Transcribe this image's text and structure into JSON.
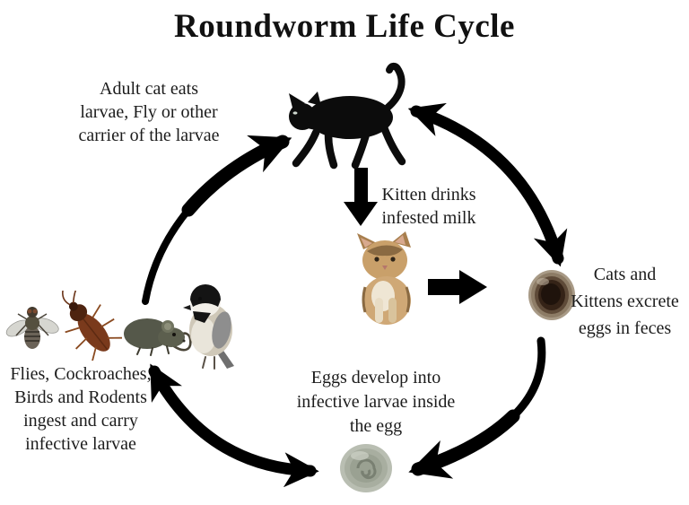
{
  "title": "Roundworm Life Cycle",
  "labels": {
    "adult_cat": {
      "lines": [
        "Adult cat eats",
        "larvae, Fly or other",
        "carrier of the larvae"
      ]
    },
    "kitten_milk": {
      "lines": [
        "Kitten drinks",
        "infested milk"
      ]
    },
    "excrete": {
      "lines": [
        "Cats and",
        "Kittens excrete",
        "eggs in feces"
      ]
    },
    "egg_develop": {
      "lines": [
        "Eggs develop into",
        "infective larvae inside",
        "the egg"
      ]
    },
    "carriers": {
      "lines": [
        "Flies, Cockroaches,",
        "Birds and Rodents",
        "ingest and carry",
        "infective larvae"
      ]
    }
  },
  "images": {
    "adult_cat": "black-adult-cat-walking",
    "kitten": "tan-sitting-kitten",
    "egg_in_feces": "roundworm-egg-micrograph",
    "larvated_egg": "larvated-roundworm-egg-micrograph",
    "fly": "fly",
    "cockroach": "cockroach",
    "rodent": "mouse-rodent",
    "bird": "chickadee-bird"
  },
  "colors": {
    "arrow": "#000000",
    "text": "#1c1c1c",
    "background": "#ffffff"
  }
}
